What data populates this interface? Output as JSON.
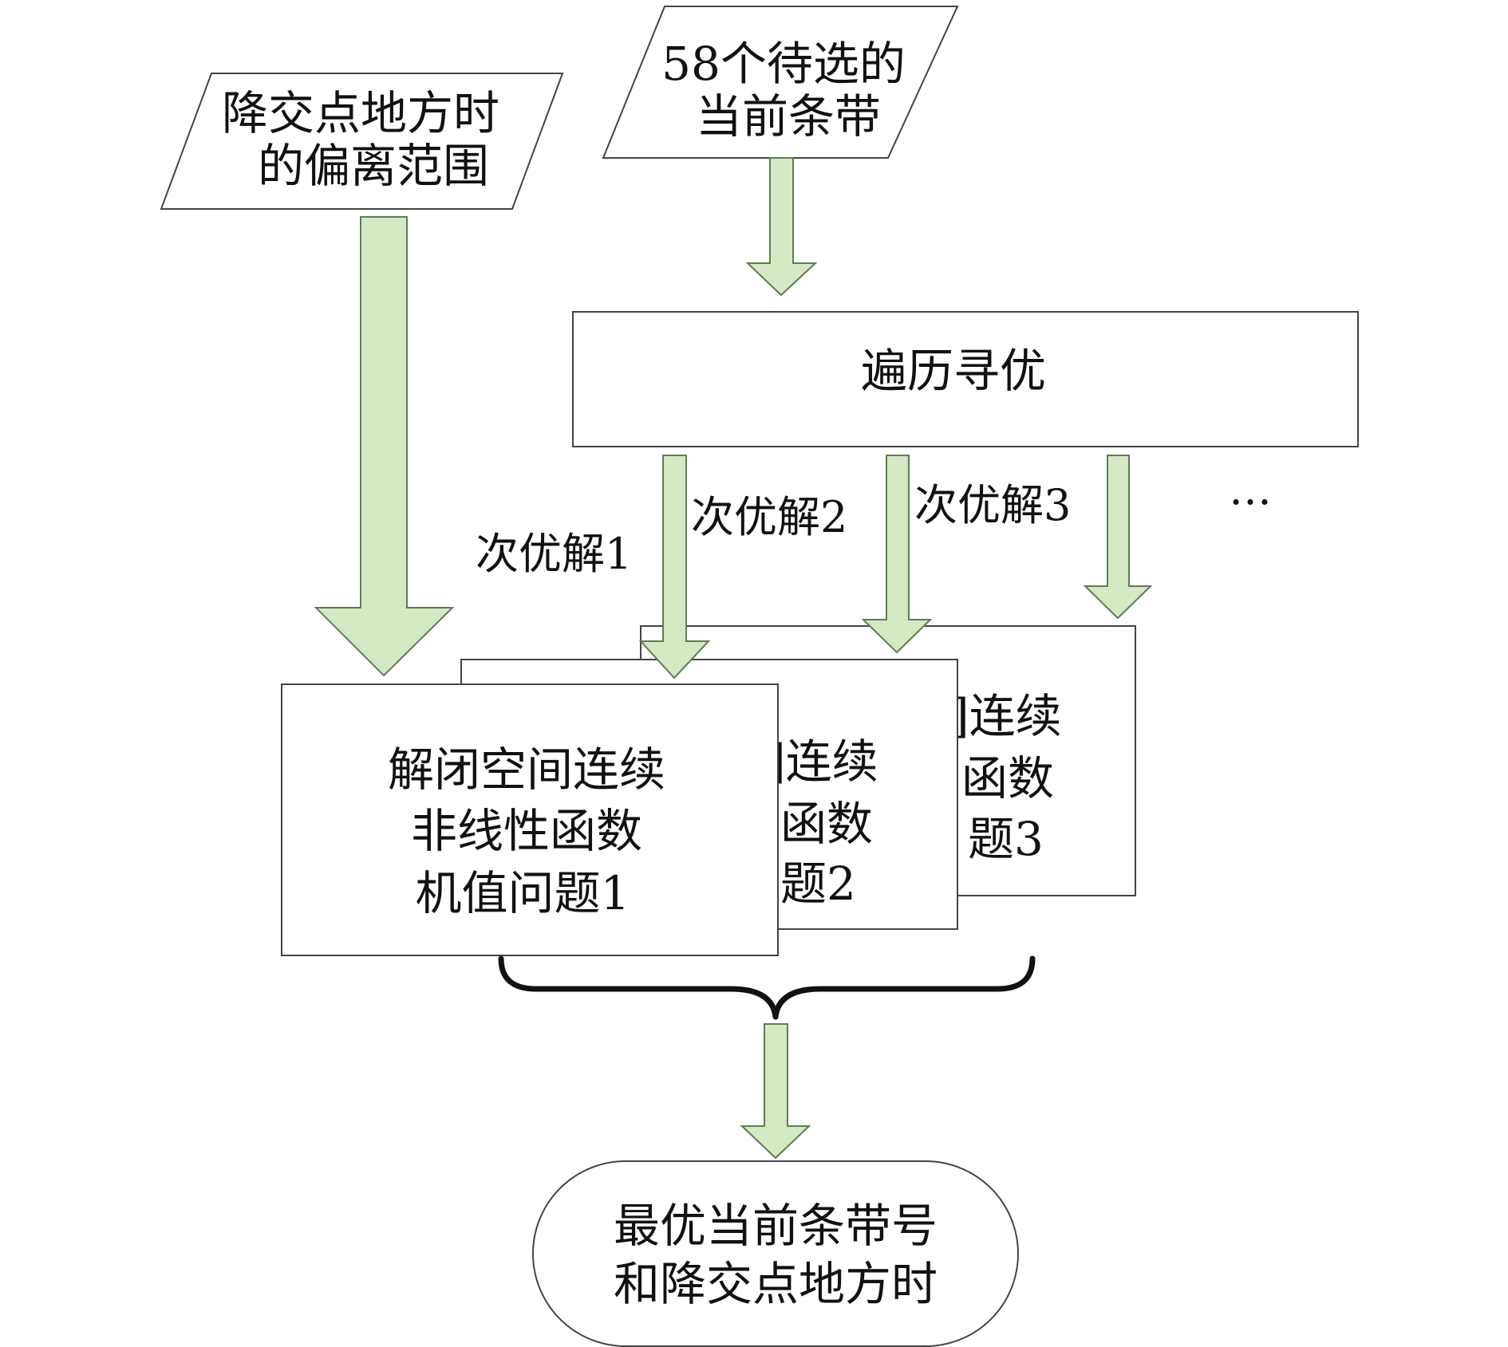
{
  "colors": {
    "arrow_fill": "#d5e8c4",
    "arrow_stroke": "#5f7b52",
    "box_stroke": "#444444",
    "text": "#111111"
  },
  "inputs": {
    "deviation_range": {
      "line1": "降交点地方时",
      "line2": "的偏离范围"
    },
    "candidate_strips": {
      "line1": "58个待选的",
      "line2": "当前条带"
    }
  },
  "search_box": {
    "label": "遍历寻优"
  },
  "suboptimal_labels": [
    "次优解1",
    "次优解2",
    "次优解3"
  ],
  "more_indicator": "…",
  "problem_boxes": {
    "front": {
      "line1": "解闭空间连续",
      "line2": "非线性函数",
      "line3": "机值问题1"
    },
    "middle": {
      "line1": "]连续",
      "line2": "函数",
      "line3": "题2"
    },
    "back": {
      "line1": "]连续",
      "line2": "函数",
      "line3": "题3"
    }
  },
  "output": {
    "line1": "最优当前条带号",
    "line2": "和降交点地方时"
  }
}
